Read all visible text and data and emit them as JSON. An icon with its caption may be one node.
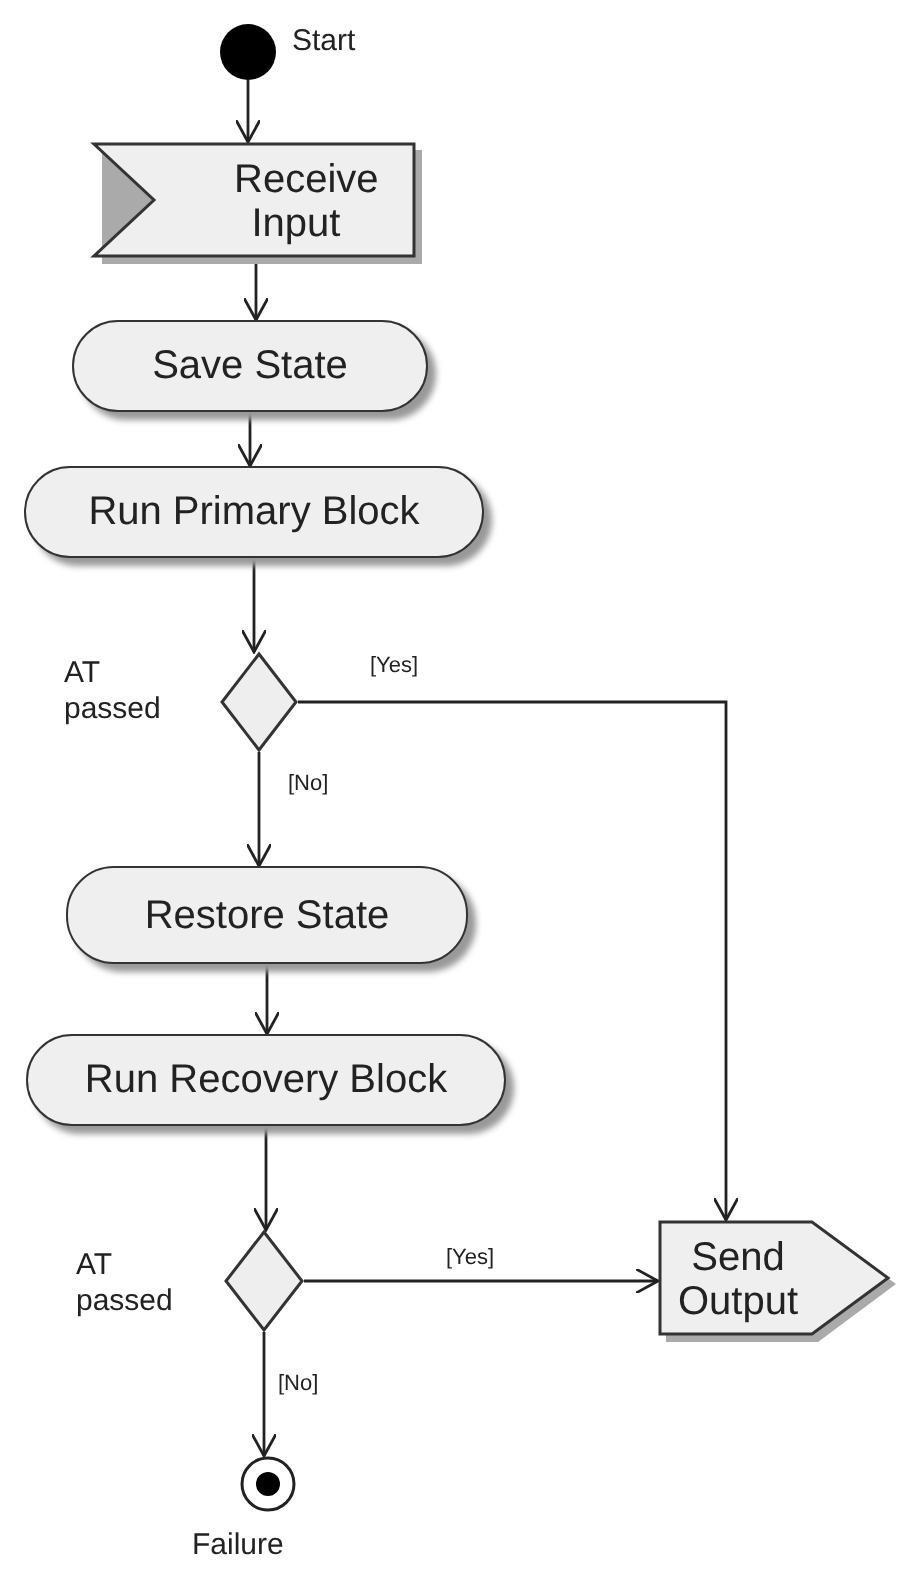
{
  "diagram": {
    "nodes": [
      {
        "text": [],
        "shape": "circle",
        "beside": [
          "Start"
        ]
      },
      {
        "text": [
          "Receive Input"
        ]
      },
      {
        "text": [
          "Save State"
        ]
      },
      {
        "text": [
          "Run Primary Block"
        ]
      },
      {
        "text": [],
        "shape": "diamond",
        "beside": [
          "AT passed"
        ]
      },
      {
        "text": [
          "Restore State"
        ]
      },
      {
        "text": [
          "Run Recovery Block"
        ]
      },
      {
        "text": [],
        "shape": "diamond",
        "beside": [
          "AT passed"
        ]
      },
      {
        "text": [
          "Send Output"
        ]
      },
      {
        "text": [],
        "shape": "bullseye",
        "beside": [
          "Failure"
        ]
      }
    ],
    "edges": [
      {
        "from": 0,
        "to": 1,
        "arrow": "to"
      },
      {
        "from": 1,
        "to": 2,
        "arrow": "to"
      },
      {
        "from": 2,
        "to": 3,
        "arrow": "to"
      },
      {
        "from": 3,
        "to": 4,
        "arrow": "to"
      },
      {
        "from": 4,
        "to": 8,
        "arrow": "to",
        "label": "[Yes]"
      },
      {
        "from": 4,
        "to": 5,
        "arrow": "to",
        "label": "[No]"
      },
      {
        "from": 5,
        "to": 6,
        "arrow": "to"
      },
      {
        "from": 6,
        "to": 7,
        "arrow": "to"
      },
      {
        "from": 7,
        "to": 8,
        "arrow": "to",
        "label": "[Yes]"
      },
      {
        "from": 7,
        "to": 9,
        "arrow": "to",
        "label": "[No]"
      }
    ]
  }
}
